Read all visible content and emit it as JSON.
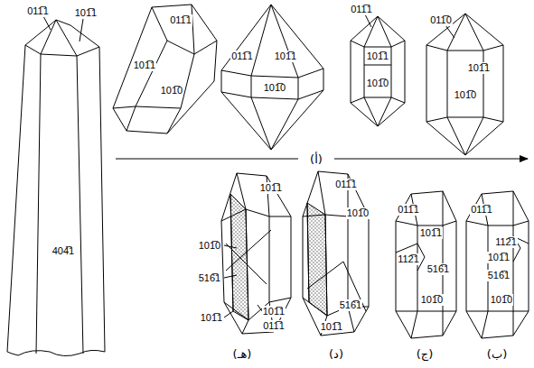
{
  "diagram": {
    "labels": [
      "011̅1",
      "101̅1",
      "404̅1",
      "011̅1",
      "101̅1",
      "101̅0",
      "011̅1",
      "101̅1",
      "101̅0",
      "011̅1",
      "101̅1",
      "101̅0",
      "011̅0",
      "101̅1",
      "101̅0",
      "(أ)",
      "101̅1",
      "101̅0",
      "516̅1",
      "101̅1",
      "101̅1",
      "011̅1",
      "011̅1",
      "101̅0",
      "516̅1",
      "101̅1",
      "011̅1",
      "101̅1",
      "112̅1",
      "516̅1",
      "101̅0",
      "011̅1",
      "112̅1",
      "101̅1",
      "516̅1",
      "101̅0",
      "(هـ)",
      "(د)",
      "(ج)",
      "(ب)"
    ]
  }
}
